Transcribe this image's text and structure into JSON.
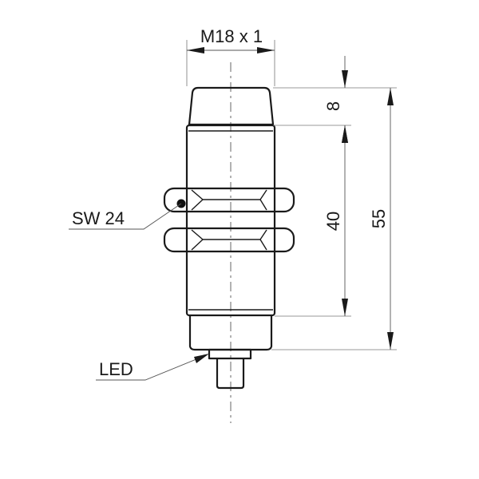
{
  "diagram": {
    "thread_label": "M18 x 1",
    "wrench_label": "SW 24",
    "led_label": "LED",
    "dim_cap": "8",
    "dim_body": "40",
    "dim_total": "55",
    "colors": {
      "line": "#1a1a1a",
      "dimension": "#555555",
      "background": "#ffffff"
    }
  }
}
